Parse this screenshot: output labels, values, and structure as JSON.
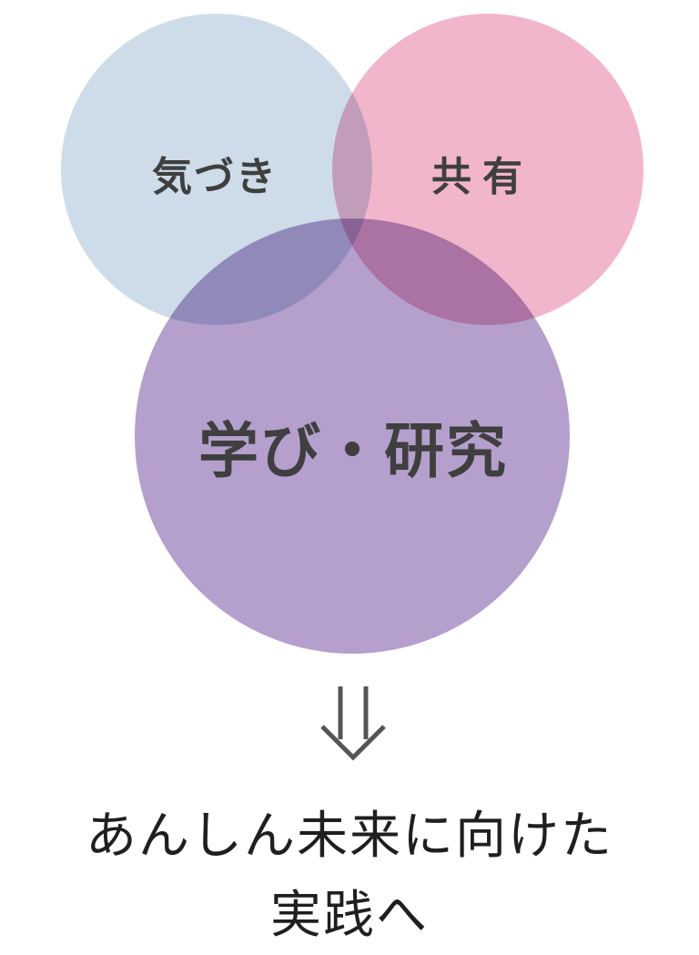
{
  "diagram": {
    "circles": [
      {
        "label": "気づき",
        "color": "#cddce8"
      },
      {
        "label": "共有",
        "color": "#f2b6cc"
      },
      {
        "label": "学び・研究",
        "color": "#b49fcd"
      }
    ],
    "arrow_icon": "double-down-arrow",
    "conclusion": {
      "line1": "あんしん未来に向けた",
      "line2": "実践へ"
    }
  }
}
